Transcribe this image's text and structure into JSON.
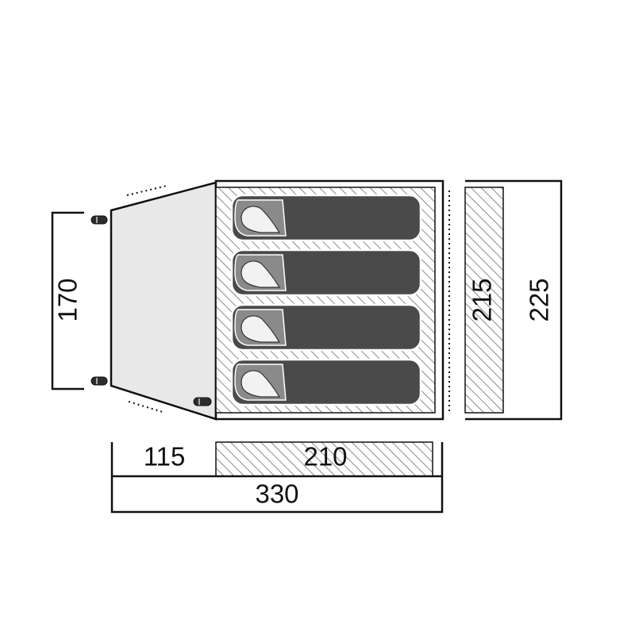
{
  "dimensions": {
    "vestibule_length": "115",
    "inner_tent_length": "210",
    "total_length": "330",
    "entrance_width": "170",
    "inner_tent_width": "215",
    "total_width": "225"
  },
  "sleeping_berths": 4,
  "colors": {
    "line": "#111111",
    "vestibule_fill": "#e8e8e8",
    "sleeping_bag": "#4a4a4a",
    "hatch": "#777777",
    "background": "#ffffff"
  }
}
